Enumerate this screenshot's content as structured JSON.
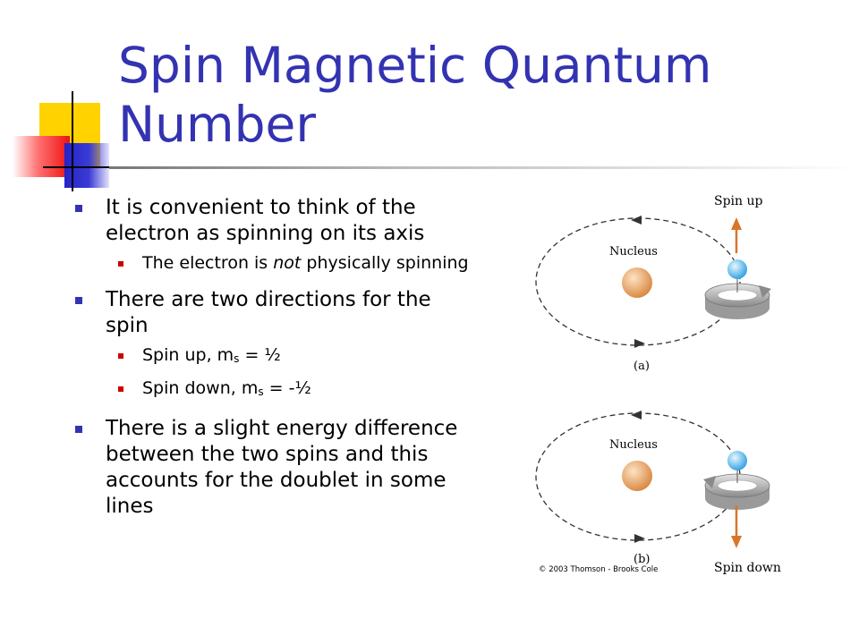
{
  "slide": {
    "title": "Spin Magnetic Quantum Number",
    "bullets": [
      {
        "level": 1,
        "text": "It is convenient to think of the electron as spinning on its axis"
      },
      {
        "level": 2,
        "pre": "The electron is ",
        "em": "not",
        "post": " physically spinning"
      },
      {
        "level": 1,
        "text": "There are two directions for the spin"
      },
      {
        "level": 2,
        "pre": "Spin up, m",
        "sub": "s",
        "post": " = ½"
      },
      {
        "level": 2,
        "pre": "Spin down, m",
        "sub": "s",
        "post": " = -½"
      },
      {
        "level": 1,
        "text": "There is a slight energy difference between the two spins and this accounts for the doublet in some lines"
      }
    ]
  },
  "figure": {
    "spin_up_label": "Spin up",
    "spin_down_label": "Spin down",
    "nucleus_label_a": "Nucleus",
    "nucleus_label_b": "Nucleus",
    "panel_a_label": "(a)",
    "panel_b_label": "(b)",
    "copyright": "© 2003 Thomson - Brooks Cole"
  },
  "colors": {
    "title": "#3333b2",
    "arrow": "#d9752b",
    "nucleus": "#e8a060",
    "electron": "#4ab4ea"
  }
}
